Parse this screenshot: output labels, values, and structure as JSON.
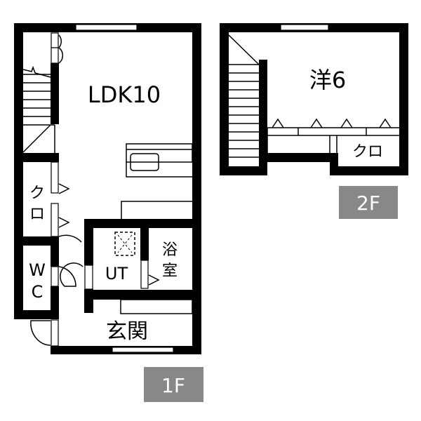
{
  "floor_plan": {
    "floor1": {
      "label": "1F",
      "rooms": {
        "ldk": "LDK10",
        "closet_line1": "ク",
        "closet_line2": "ロ",
        "wc_line1": "W",
        "wc_line2": "C",
        "utility": "UT",
        "bath_line1": "浴",
        "bath_line2": "室",
        "entrance": "玄関"
      }
    },
    "floor2": {
      "label": "2F",
      "rooms": {
        "western": "洋6",
        "closet": "クロ"
      }
    },
    "colors": {
      "wall": "#000000",
      "floor_badge": "#888888"
    }
  }
}
